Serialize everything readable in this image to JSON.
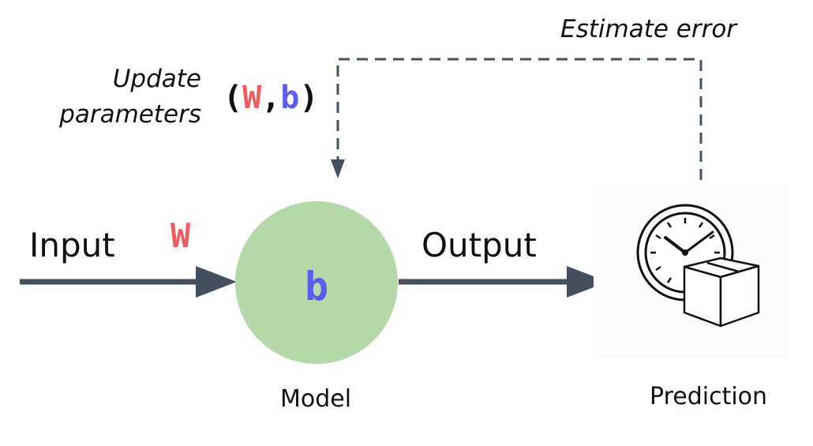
{
  "labels": {
    "estimate_error": "Estimate error",
    "update_line1": "Update",
    "update_line2": "parameters",
    "param_open": "(",
    "param_w": "W",
    "param_comma": ",",
    "param_b": "b",
    "param_close": ")",
    "input": "Input",
    "weight": "W",
    "bias": "b",
    "output": "Output",
    "model": "Model",
    "prediction": "Prediction"
  },
  "colors": {
    "weight": "#f25b60",
    "bias": "#5b5cf0",
    "arrow": "#44505f",
    "model_fill": "#b5d8a8",
    "text": "#111111"
  },
  "icons": {
    "prediction": "clock-with-box-icon"
  }
}
